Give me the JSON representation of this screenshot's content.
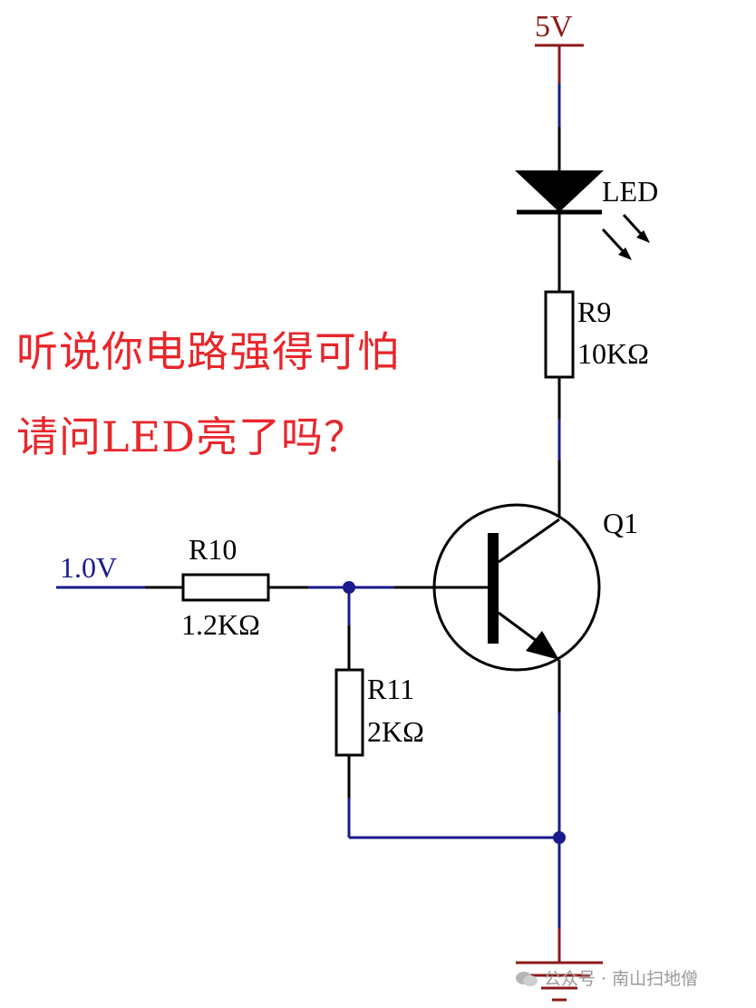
{
  "supply": {
    "label": "5V"
  },
  "led": {
    "label": "LED"
  },
  "r9": {
    "name": "R9",
    "value": "10KΩ"
  },
  "q1": {
    "name": "Q1"
  },
  "input": {
    "label": "1.0V"
  },
  "r10": {
    "name": "R10",
    "value": "1.2KΩ"
  },
  "r11": {
    "name": "R11",
    "value": "2KΩ"
  },
  "caption": {
    "line1": "听说你电路强得可怕",
    "line2": "请问LED亮了吗？"
  },
  "watermark": {
    "text": "公众号 · 南山扫地僧"
  },
  "colors": {
    "net_wire": "#1a1a8c",
    "supply_label": "#8b1a1a",
    "caption": "#e8262b",
    "component": "#000000"
  }
}
